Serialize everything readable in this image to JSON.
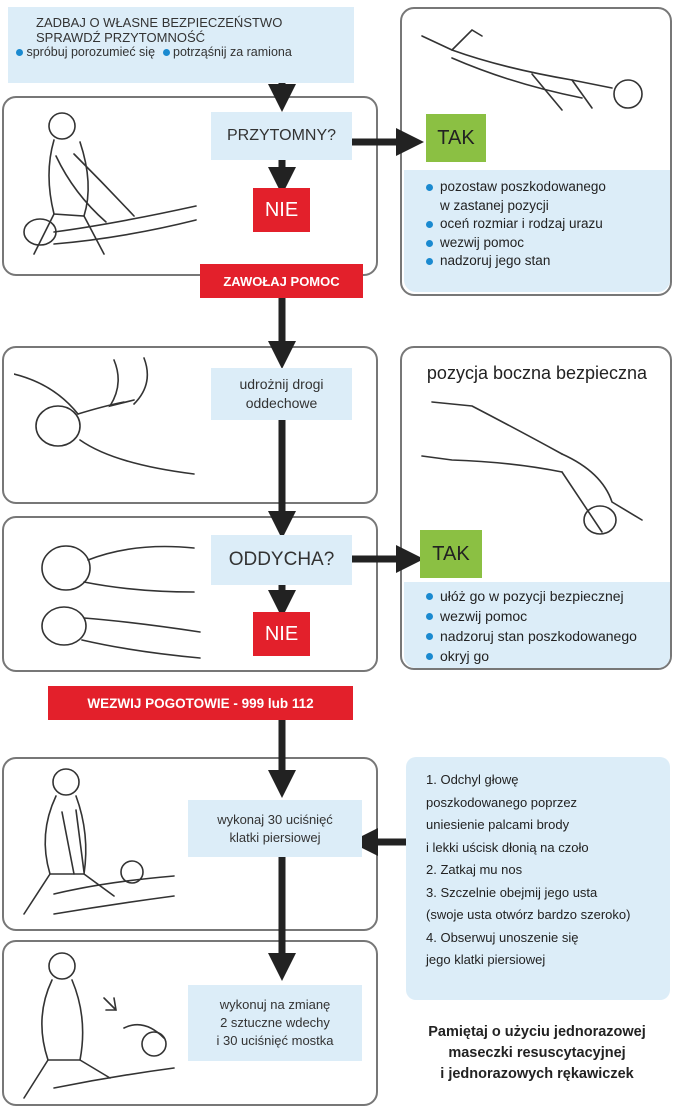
{
  "top": {
    "line1": "ZADBAJ O WŁASNE BEZPIECZEŃSTWO",
    "line2": "SPRAWDŹ PRZYTOMNOŚĆ",
    "bullet1": "spróbuj porozumieć się",
    "bullet2": "potrząśnij za ramiona"
  },
  "conscious": {
    "question": "PRZYTOMNY?",
    "yes": "TAK",
    "no": "NIE",
    "yes_items": [
      "pozostaw poszkodowanego",
      "w zastanej pozycji",
      "oceń rozmiar i rodzaj urazu",
      "wezwij pomoc",
      "nadzoruj jego stan"
    ]
  },
  "call_help": "ZAWOŁAJ POMOC",
  "airway": {
    "line1": "udrożnij drogi",
    "line2": "oddechowe"
  },
  "recovery_title": "pozycja boczna bezpieczna",
  "breathing": {
    "question": "ODDYCHA?",
    "yes": "TAK",
    "no": "NIE",
    "yes_items": [
      "ułóż go w pozycji bezpiecznej",
      "wezwij pomoc",
      "nadzoruj stan poszkodowanego",
      "okryj go"
    ]
  },
  "call_ambulance": "WEZWIJ POGOTOWIE - 999 lub 112",
  "compressions": {
    "line1": "wykonaj 30 uciśnięć",
    "line2": "klatki piersiowej"
  },
  "alternate": {
    "line1": "wykonuj na zmianę",
    "line2": "2 sztuczne wdechy",
    "line3": "i 30 uciśnięć mostka"
  },
  "instructions": [
    "1. Odchyl głowę",
    "poszkodowanego poprzez",
    "uniesienie palcami brody",
    "i lekki uścisk dłonią na czoło",
    "2. Zatkaj mu nos",
    "3. Szczelnie obejmij jego usta",
    "(swoje usta otwórz bardzo szeroko)",
    "4. Obserwuj unoszenie się",
    "jego klatki piersiowej"
  ],
  "reminder": {
    "line1": "Pamiętaj o użyciu jednorazowej",
    "line2": "maseczki resuscytacyjnej",
    "line3": "i jednorazowych rękawiczek"
  },
  "colors": {
    "red": "#e3202b",
    "green": "#8bc043",
    "light_blue": "#dcedf8",
    "bullet_blue": "#1a8ad0",
    "arrow": "#222222"
  }
}
